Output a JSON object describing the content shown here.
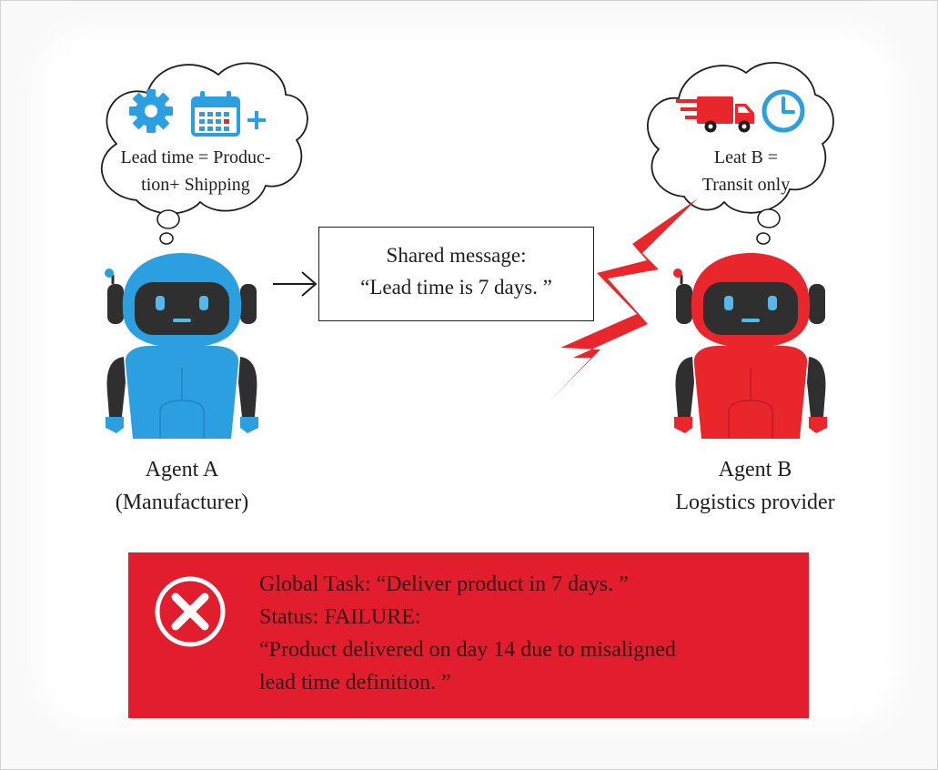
{
  "agent_a": {
    "thought": [
      "Lead time = Produc-",
      "tion+ Shipping"
    ],
    "label_line1": "Agent A",
    "label_line2": "(Manufacturer)",
    "color": "#2b9fe0",
    "thought_icons": [
      "gear-icon",
      "calendar-icon",
      "plus-icon"
    ]
  },
  "agent_b": {
    "thought": [
      "Leat B =",
      "Transit only"
    ],
    "label_line1": "Agent B",
    "label_line2": "Logistics provider",
    "color": "#e8262c",
    "thought_icons": [
      "delivery-truck-icon",
      "clock-icon"
    ]
  },
  "message": {
    "line1": "Shared message:",
    "line2": "“Lead time is 7 days. ”"
  },
  "failure": {
    "line1": "Global Task: “Deliver product in 7 days. ”",
    "line2": "Status: FAILURE:",
    "line3": "“Product delivered on day 14 due to misaligned",
    "line4": "lead time definition. ”",
    "color": "#e21d2e",
    "icon": "x-circle-icon"
  }
}
